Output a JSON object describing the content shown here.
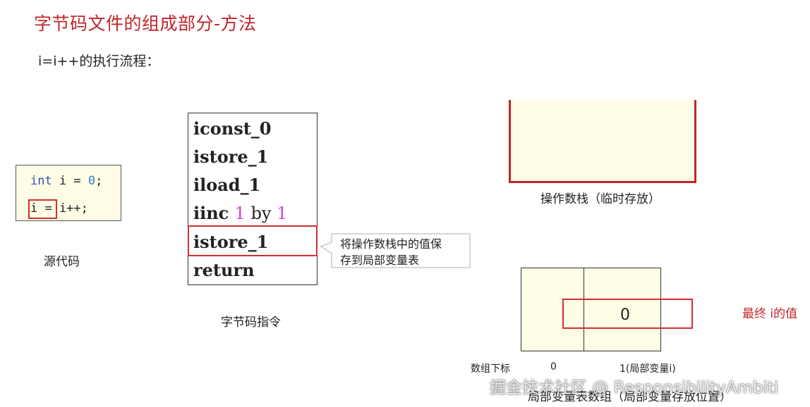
{
  "title": "字节码文件的组成部分-方法",
  "subtitle": "i=i++的执行流程：",
  "source": {
    "line1_kw": "int",
    "line1_rest": " i = ",
    "line1_num": "0",
    "line1_end": ";",
    "line2": "i = i++;",
    "label": "源代码"
  },
  "bytecode": {
    "instructions": [
      "iconst_0",
      "istore_1",
      "iload_1",
      "iinc ",
      "istore_1",
      "return"
    ],
    "iinc_arg1": "1",
    "iinc_by": " by ",
    "iinc_arg2": "1",
    "label": "字节码指令",
    "callout": "将操作数栈中的值保\n存到局部变量表"
  },
  "operand_stack": {
    "label": "操作数栈（临时存放）"
  },
  "local_vars": {
    "value": "0",
    "final_label": "最终 i的值",
    "index_label": "数组下标",
    "index0": "0",
    "index1": "1(局部变量i)",
    "label": "局部变量表数组（局部变量存放位置）"
  },
  "watermark": "掘金技术社区 @ ResponsibilityAmbiti",
  "colors": {
    "accent_red": "#c0262b",
    "box_fill": "#fffde6",
    "magenta": "#d63fd6"
  }
}
